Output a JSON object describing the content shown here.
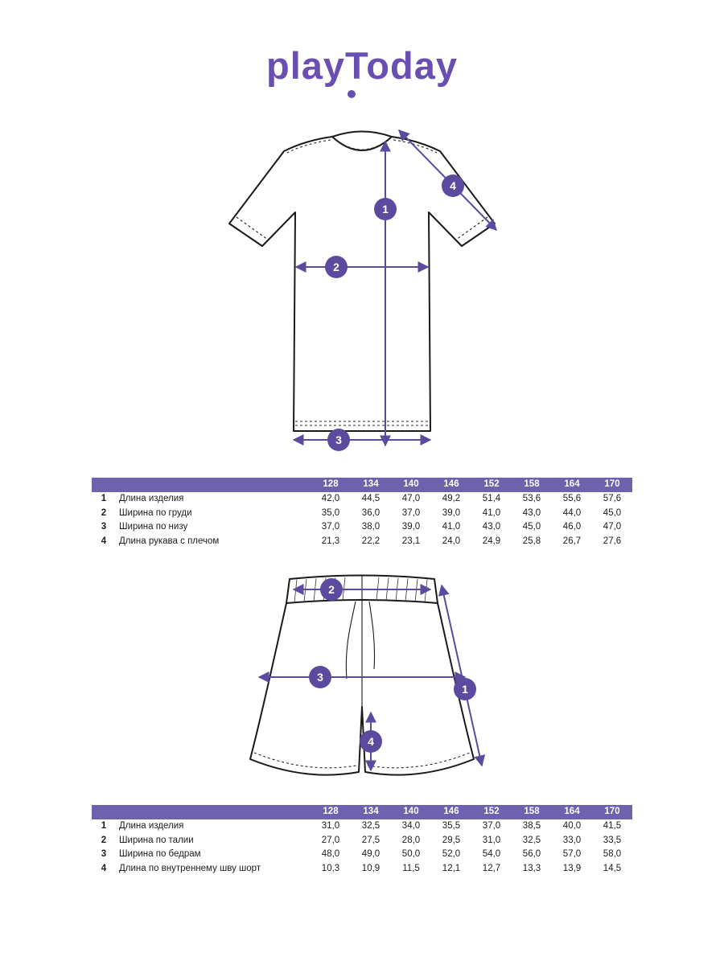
{
  "brand": "playToday",
  "colors": {
    "brand": "#6a4fb2",
    "header": "#6e61ad",
    "accent": "#5b4a9e"
  },
  "figures": {
    "tshirt": {
      "name": "t-shirt schematic",
      "marker_labels": [
        "1",
        "2",
        "3",
        "4"
      ]
    },
    "shorts": {
      "name": "shorts schematic",
      "marker_labels": [
        "1",
        "2",
        "3",
        "4"
      ]
    }
  },
  "tshirt_table": {
    "sizes": [
      "128",
      "134",
      "140",
      "146",
      "152",
      "158",
      "164",
      "170"
    ],
    "rows": [
      {
        "num": "1",
        "label": "Длина изделия",
        "values": [
          "42,0",
          "44,5",
          "47,0",
          "49,2",
          "51,4",
          "53,6",
          "55,6",
          "57,6"
        ]
      },
      {
        "num": "2",
        "label": "Ширина по груди",
        "values": [
          "35,0",
          "36,0",
          "37,0",
          "39,0",
          "41,0",
          "43,0",
          "44,0",
          "45,0"
        ]
      },
      {
        "num": "3",
        "label": "Ширина по низу",
        "values": [
          "37,0",
          "38,0",
          "39,0",
          "41,0",
          "43,0",
          "45,0",
          "46,0",
          "47,0"
        ]
      },
      {
        "num": "4",
        "label": "Длина рукава с плечом",
        "values": [
          "21,3",
          "22,2",
          "23,1",
          "24,0",
          "24,9",
          "25,8",
          "26,7",
          "27,6"
        ]
      }
    ]
  },
  "shorts_table": {
    "sizes": [
      "128",
      "134",
      "140",
      "146",
      "152",
      "158",
      "164",
      "170"
    ],
    "rows": [
      {
        "num": "1",
        "label": "Длина изделия",
        "values": [
          "31,0",
          "32,5",
          "34,0",
          "35,5",
          "37,0",
          "38,5",
          "40,0",
          "41,5"
        ]
      },
      {
        "num": "2",
        "label": "Ширина по талии",
        "values": [
          "27,0",
          "27,5",
          "28,0",
          "29,5",
          "31,0",
          "32,5",
          "33,0",
          "33,5"
        ]
      },
      {
        "num": "3",
        "label": "Ширина по бедрам",
        "values": [
          "48,0",
          "49,0",
          "50,0",
          "52,0",
          "54,0",
          "56,0",
          "57,0",
          "58,0"
        ]
      },
      {
        "num": "4",
        "label": "Длина по внутреннему шву шорт",
        "values": [
          "10,3",
          "10,9",
          "11,5",
          "12,1",
          "12,7",
          "13,3",
          "13,9",
          "14,5"
        ]
      }
    ]
  }
}
